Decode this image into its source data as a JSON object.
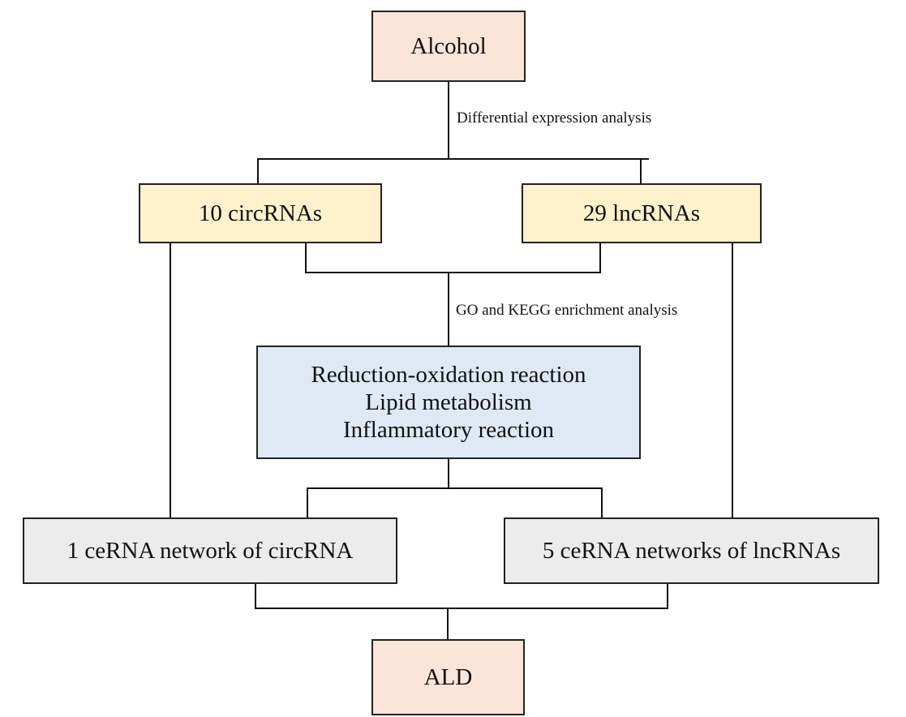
{
  "diagram": {
    "nodes": {
      "alcohol": {
        "label": "Alcohol",
        "color": "#fae5d8"
      },
      "circrnas": {
        "label": "10 circRNAs",
        "color": "#fff1cc"
      },
      "lncrnas": {
        "label": "29 lncRNAs",
        "color": "#fff1cc"
      },
      "enrichment_terms": {
        "color": "#dfe9f5",
        "lines": [
          "Reduction-oxidation reaction",
          "Lipid metabolism",
          "Inflammatory reaction"
        ]
      },
      "circ_network": {
        "label": "1 ceRNA network of circRNA",
        "color": "#ececec"
      },
      "lnc_network": {
        "label": "5 ceRNA networks of lncRNAs",
        "color": "#ececec"
      },
      "ald": {
        "label": "ALD",
        "color": "#fae5d8"
      }
    },
    "edge_labels": {
      "differential": "Differential expression analysis",
      "enrichment": "GO and KEGG enrichment analysis"
    },
    "edges": [
      [
        "alcohol",
        "circrnas"
      ],
      [
        "alcohol",
        "lncrnas"
      ],
      [
        "circrnas",
        "enrichment_terms"
      ],
      [
        "lncrnas",
        "enrichment_terms"
      ],
      [
        "circrnas",
        "circ_network"
      ],
      [
        "lncrnas",
        "lnc_network"
      ],
      [
        "enrichment_terms",
        "circ_network"
      ],
      [
        "enrichment_terms",
        "lnc_network"
      ],
      [
        "circ_network",
        "ald"
      ],
      [
        "lnc_network",
        "ald"
      ]
    ]
  }
}
